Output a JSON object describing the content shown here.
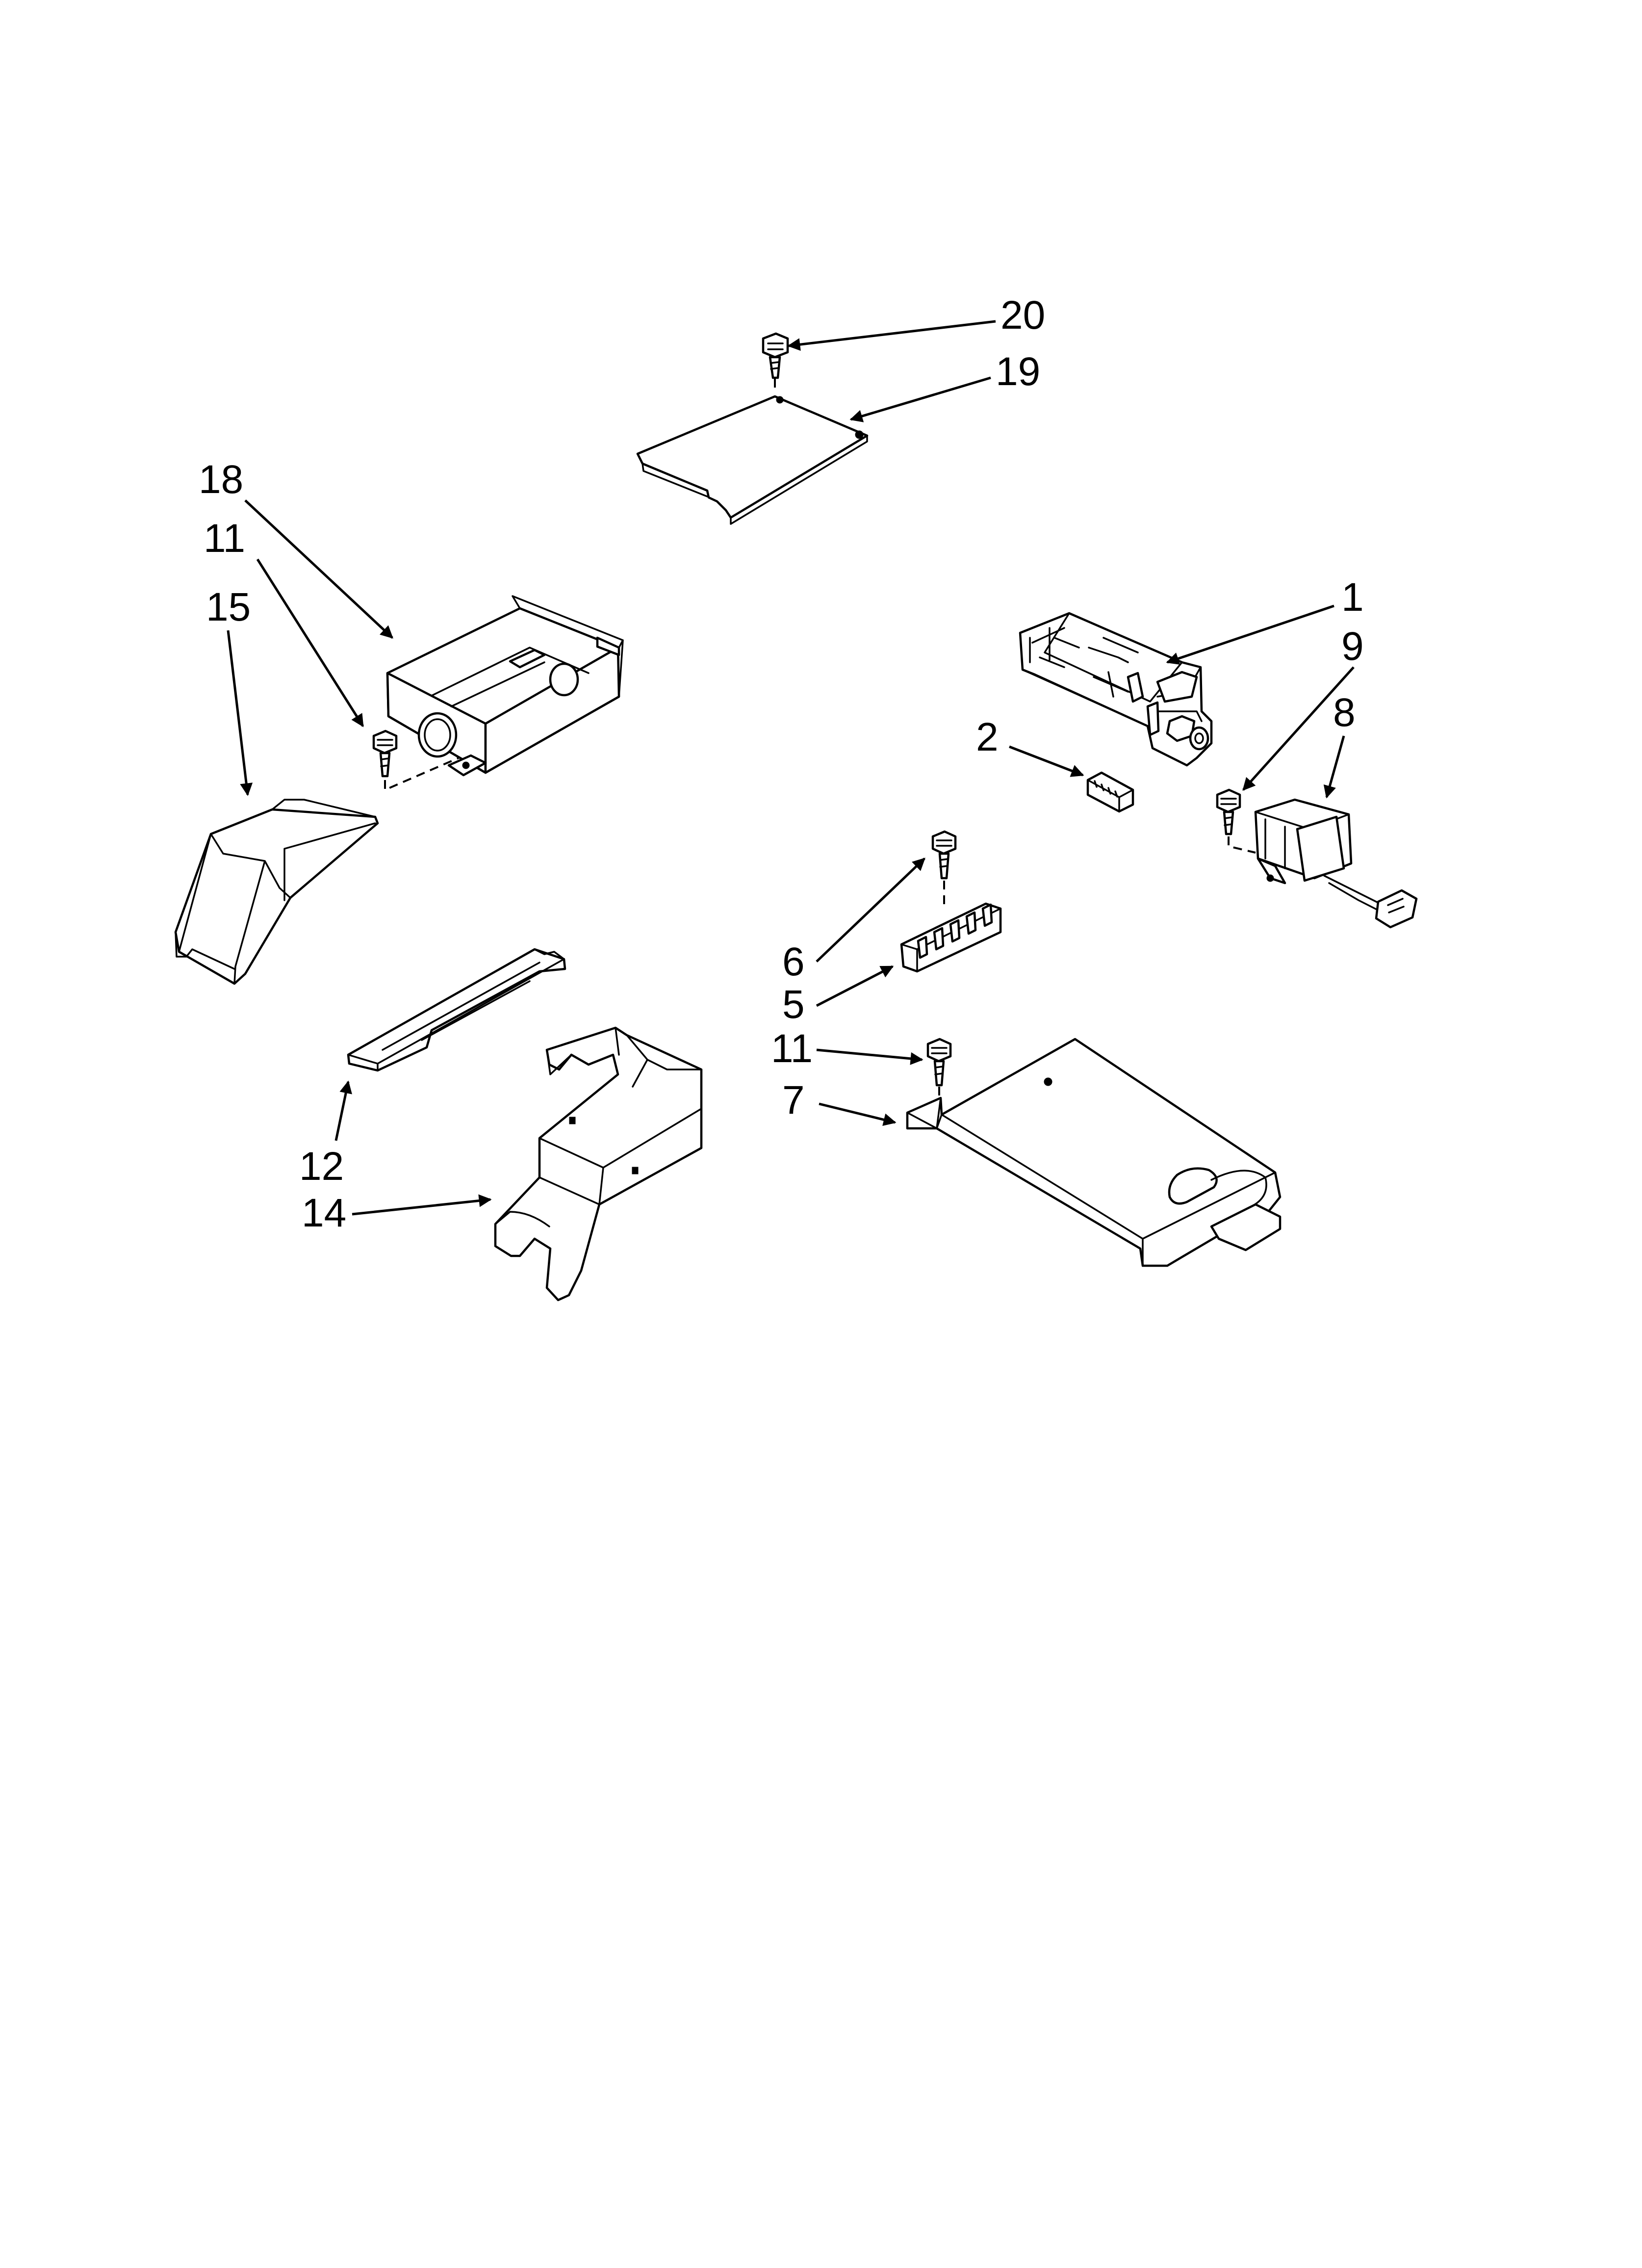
{
  "diagram": {
    "callouts": [
      {
        "id": "c20",
        "text": "20"
      },
      {
        "id": "c19",
        "text": "19"
      },
      {
        "id": "c18",
        "text": "18"
      },
      {
        "id": "c11a",
        "text": "11"
      },
      {
        "id": "c15",
        "text": "15"
      },
      {
        "id": "c1",
        "text": "1"
      },
      {
        "id": "c9",
        "text": "9"
      },
      {
        "id": "c8",
        "text": "8"
      },
      {
        "id": "c2",
        "text": "2"
      },
      {
        "id": "c6",
        "text": "6"
      },
      {
        "id": "c5",
        "text": "5"
      },
      {
        "id": "c11b",
        "text": "11"
      },
      {
        "id": "c7",
        "text": "7"
      },
      {
        "id": "c12",
        "text": "12"
      },
      {
        "id": "c14",
        "text": "14"
      }
    ]
  }
}
